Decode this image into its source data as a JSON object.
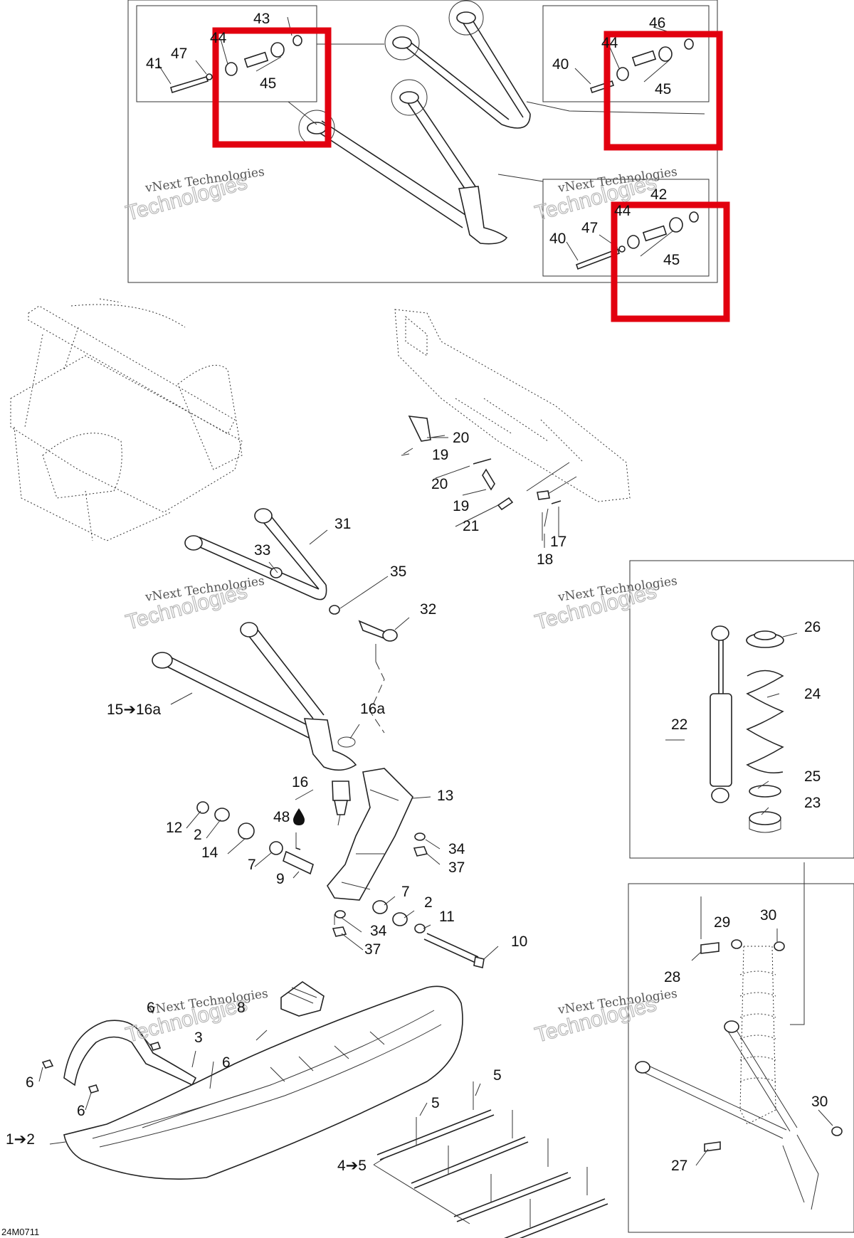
{
  "drawing_code": "24M0711",
  "watermark": {
    "line1": "vNext Technologies",
    "line2": "Technologies"
  },
  "highlight_color": "#e2000f",
  "labels": {
    "l43": "43",
    "l44a": "44",
    "l47a": "47",
    "l41": "41",
    "l45a": "45",
    "l46": "46",
    "l40a": "40",
    "l44b": "44",
    "l45b": "45",
    "l42": "42",
    "l44c": "44",
    "l40b": "40",
    "l47b": "47",
    "l45c": "45",
    "l20a": "20",
    "l19a": "19",
    "l20b": "20",
    "l19b": "19",
    "l21": "21",
    "l17": "17",
    "l18": "18",
    "l31": "31",
    "l33": "33",
    "l35": "35",
    "l32": "32",
    "l15": "15➔16a",
    "l16a": "16a",
    "l16": "16",
    "l13": "13",
    "l48": "48",
    "l12": "12",
    "l2a": "2",
    "l14": "14",
    "l7a": "7",
    "l9": "9",
    "l34a": "34",
    "l37a": "37",
    "l7b": "7",
    "l2b": "2",
    "l11": "11",
    "l34b": "34",
    "l37b": "37",
    "l10": "10",
    "l26": "26",
    "l24": "24",
    "l22": "22",
    "l25": "25",
    "l23": "23",
    "l29": "29",
    "l30a": "30",
    "l28": "28",
    "l30b": "30",
    "l27": "27",
    "l8": "8",
    "l6a": "6",
    "l3": "3",
    "l6b": "6",
    "l6c": "6",
    "l6d": "6",
    "l12b": "1➔2",
    "l5a": "5",
    "l5b": "5",
    "l45": "4➔5"
  }
}
